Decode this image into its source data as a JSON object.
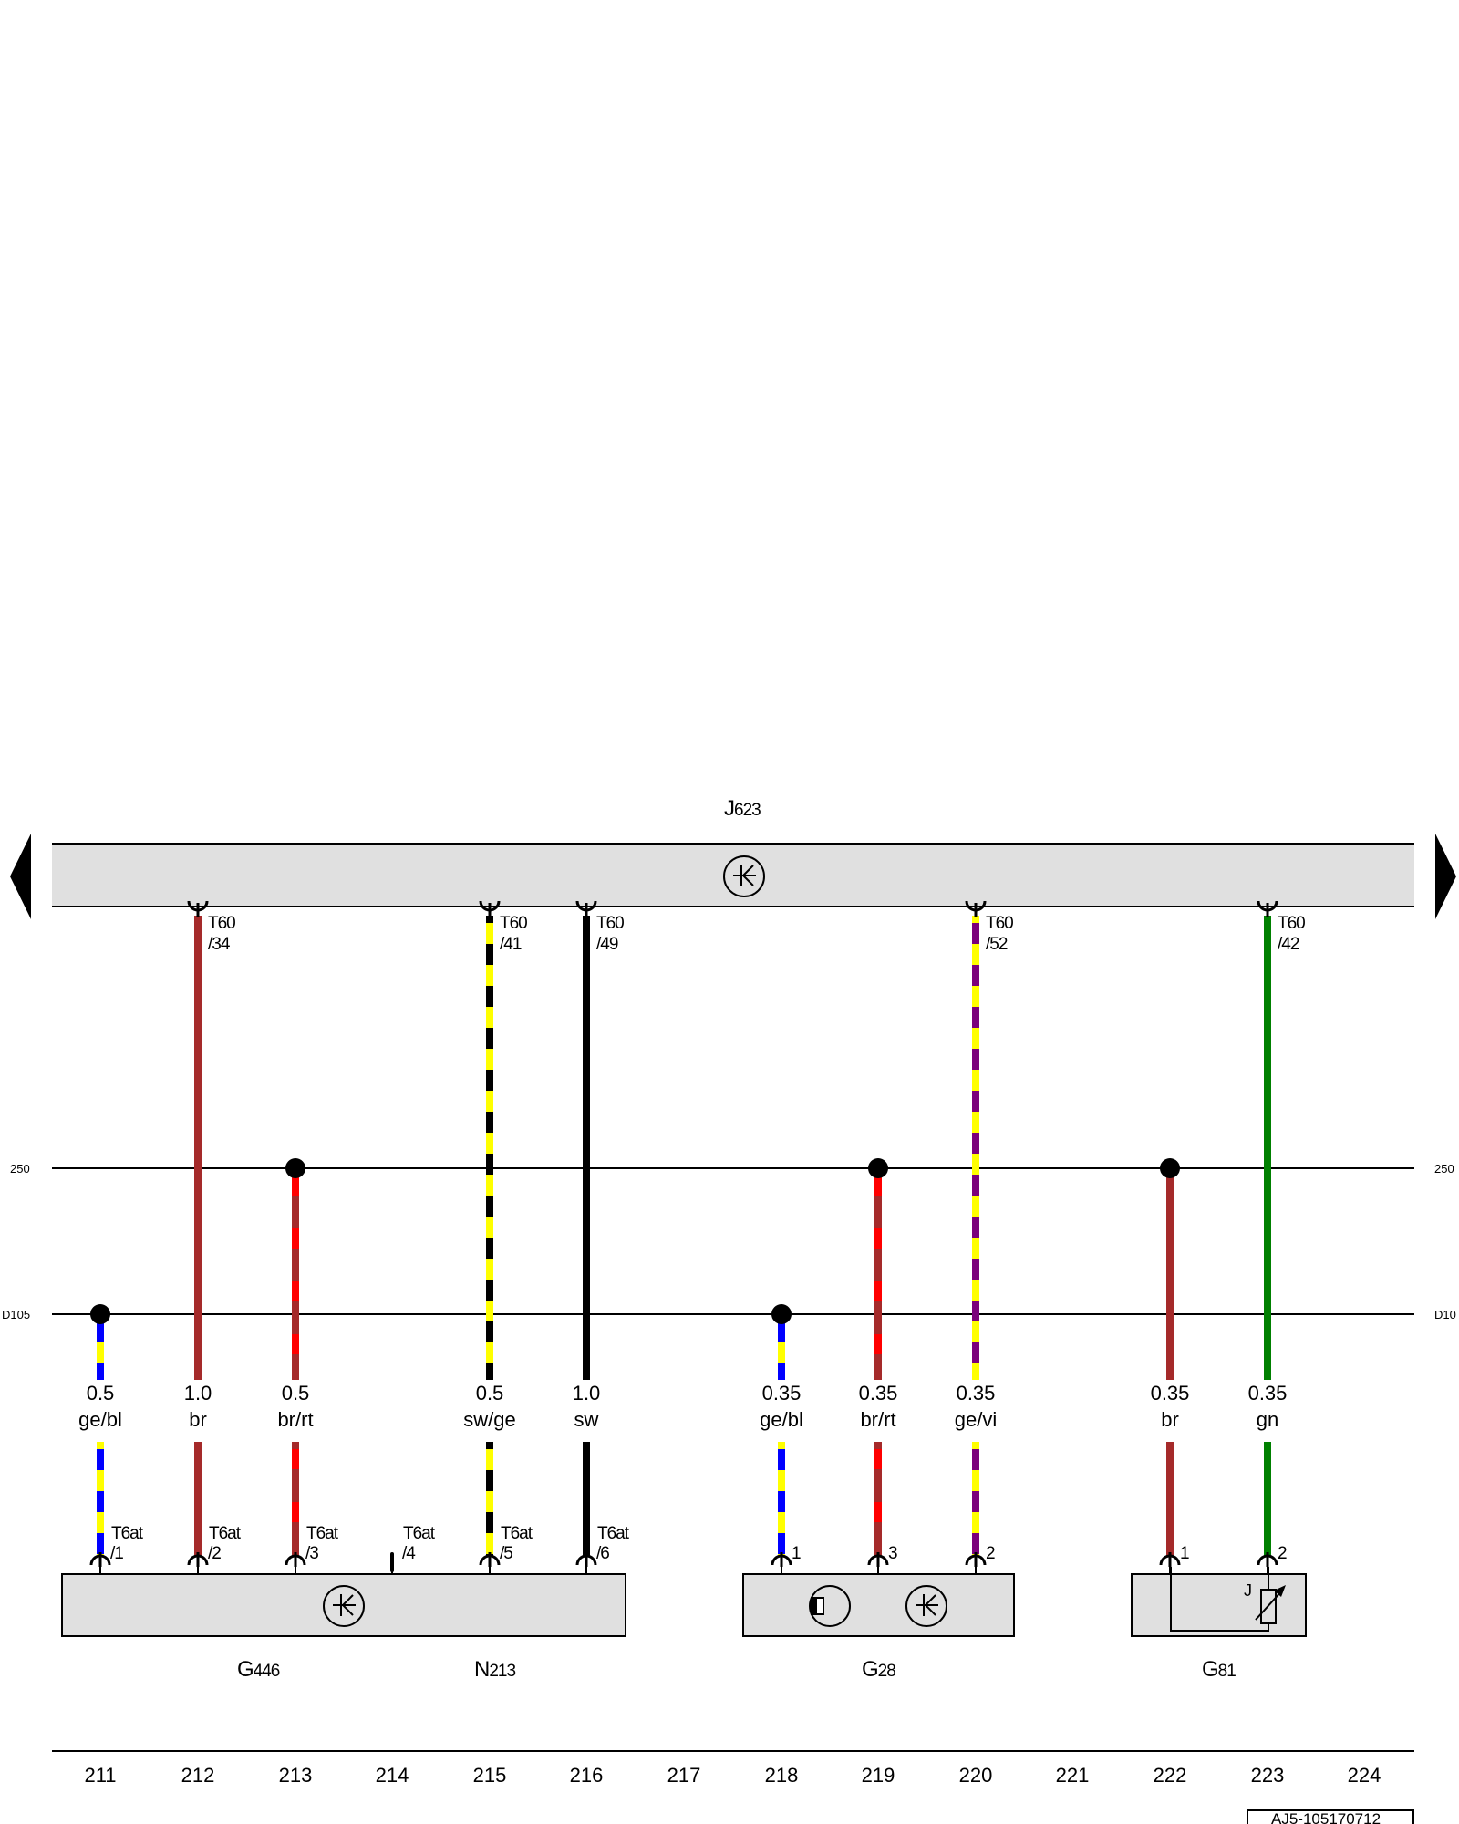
{
  "colors": {
    "br": "#a52a2a",
    "rt": "#ff0000",
    "ge": "#ffff00",
    "bl": "#0000ff",
    "sw": "#000000",
    "vi": "#7b007b",
    "gn": "#008000",
    "component_fill": "#e0e0e0"
  },
  "control_unit": {
    "code": "J",
    "number": "623"
  },
  "ground_lines": [
    {
      "id": "250",
      "label_left": "250",
      "label_right": "250"
    },
    {
      "id": "D105",
      "label_left": "D105",
      "label_right": "D10"
    }
  ],
  "wires": [
    {
      "id": "w211",
      "column": "211",
      "size": "0.5",
      "color": "ge/bl",
      "top_pin": null,
      "splice": "D105",
      "bottom_pin": {
        "connector": "T6at",
        "pin": "/1"
      }
    },
    {
      "id": "w212",
      "column": "212",
      "size": "1.0",
      "color": "br",
      "top_pin": {
        "connector": "T60",
        "pin": "/34"
      },
      "splice": null,
      "bottom_pin": {
        "connector": "T6at",
        "pin": "/2"
      }
    },
    {
      "id": "w213",
      "column": "213",
      "size": "0.5",
      "color": "br/rt",
      "top_pin": null,
      "splice": "250",
      "bottom_pin": {
        "connector": "T6at",
        "pin": "/3"
      }
    },
    {
      "id": "w214",
      "column": "214",
      "size": "",
      "color": "",
      "top_pin": null,
      "splice": null,
      "bottom_pin": {
        "connector": "T6at",
        "pin": "/4"
      }
    },
    {
      "id": "w215",
      "column": "215",
      "size": "0.5",
      "color": "sw/ge",
      "top_pin": {
        "connector": "T60",
        "pin": "/41"
      },
      "splice": null,
      "bottom_pin": {
        "connector": "T6at",
        "pin": "/5"
      }
    },
    {
      "id": "w216",
      "column": "216",
      "size": "1.0",
      "color": "sw",
      "top_pin": {
        "connector": "T60",
        "pin": "/49"
      },
      "splice": null,
      "bottom_pin": {
        "connector": "T6at",
        "pin": "/6"
      }
    },
    {
      "id": "w218",
      "column": "218",
      "size": "0.35",
      "color": "ge/bl",
      "top_pin": null,
      "splice": "D105",
      "bottom_pin": {
        "connector": "",
        "pin": "1"
      }
    },
    {
      "id": "w219",
      "column": "219",
      "size": "0.35",
      "color": "br/rt",
      "top_pin": null,
      "splice": "250",
      "bottom_pin": {
        "connector": "",
        "pin": "3"
      }
    },
    {
      "id": "w220",
      "column": "220",
      "size": "0.35",
      "color": "ge/vi",
      "top_pin": {
        "connector": "T60",
        "pin": "/52"
      },
      "splice": null,
      "bottom_pin": {
        "connector": "",
        "pin": "2"
      }
    },
    {
      "id": "w222",
      "column": "222",
      "size": "0.35",
      "color": "br",
      "top_pin": null,
      "splice": "250",
      "bottom_pin": {
        "connector": "",
        "pin": "1"
      }
    },
    {
      "id": "w223",
      "column": "223",
      "size": "0.35",
      "color": "gn",
      "top_pin": {
        "connector": "T60",
        "pin": "/42"
      },
      "splice": null,
      "bottom_pin": {
        "connector": "",
        "pin": "2"
      }
    }
  ],
  "components": [
    {
      "id": "g446",
      "labels": [
        {
          "code": "G",
          "number": "446"
        },
        {
          "code": "N",
          "number": "213"
        }
      ]
    },
    {
      "id": "g28",
      "labels": [
        {
          "code": "G",
          "number": "28"
        }
      ]
    },
    {
      "id": "g81",
      "labels": [
        {
          "code": "G",
          "number": "81"
        }
      ],
      "symbol_text": "J"
    }
  ],
  "columns": [
    "211",
    "212",
    "213",
    "214",
    "215",
    "216",
    "217",
    "218",
    "219",
    "220",
    "221",
    "222",
    "223",
    "224"
  ],
  "footer": {
    "doc_id": "AJ5-105170712"
  }
}
